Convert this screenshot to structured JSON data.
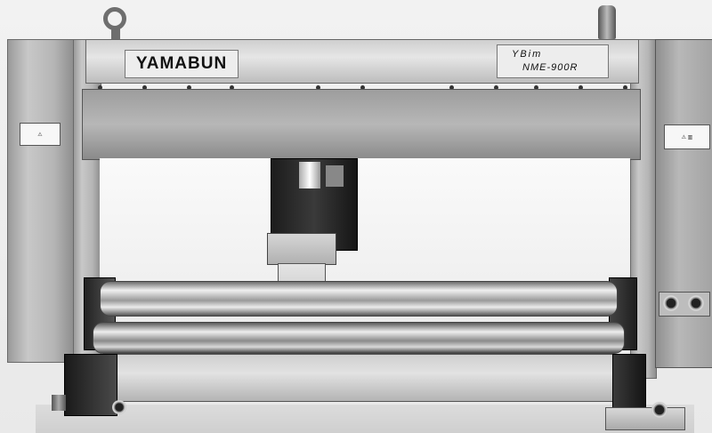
{
  "photo": {
    "brand_label": "YAMABUN",
    "series_label": "YBim",
    "model_label": "NME-900R"
  }
}
